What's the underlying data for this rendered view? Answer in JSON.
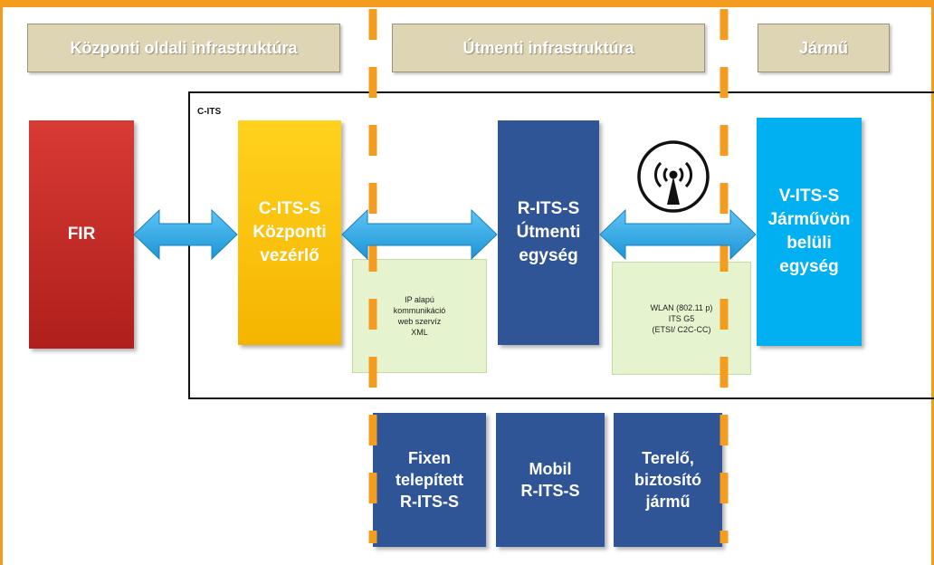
{
  "zones": {
    "central": "Központi oldali infrastruktúra",
    "roadside": "Útmenti infrastruktúra",
    "vehicle": "Jármű"
  },
  "cits_label": "C-ITS",
  "blocks": {
    "fir": "FIR",
    "central_controller": "C-ITS-S\nKözponti\nvezérlő",
    "roadside_unit": "R-ITS-S\nÚtmenti\negység",
    "vehicle_unit": "V-ITS-S\nJárművön\nbelüli\negység"
  },
  "notes": {
    "ip": "IP alapú\nkommunikáció\nweb szervíz\nXML",
    "wlan": "WLAN (802.11 p)\nITS G5\n(ETSI/ C2C-CC)"
  },
  "sub_blocks": {
    "fixed": "Fixen\ntelepített\nR-ITS-S",
    "mobile": "Mobil\nR-ITS-S",
    "vehicle": "Terelő,\nbiztosító\njármű"
  },
  "colors": {
    "frame": "#f39c1e",
    "zone": "#ddd5b4",
    "fir": "#c62d28",
    "central": "#fcc40f",
    "roadside": "#2f5597",
    "vehicle": "#00b0f0",
    "arrow": "#29a8e8",
    "note": "#e6f3cf",
    "dash": "#f39c1e"
  },
  "icons": {
    "wireless": "wireless-antenna-icon"
  }
}
